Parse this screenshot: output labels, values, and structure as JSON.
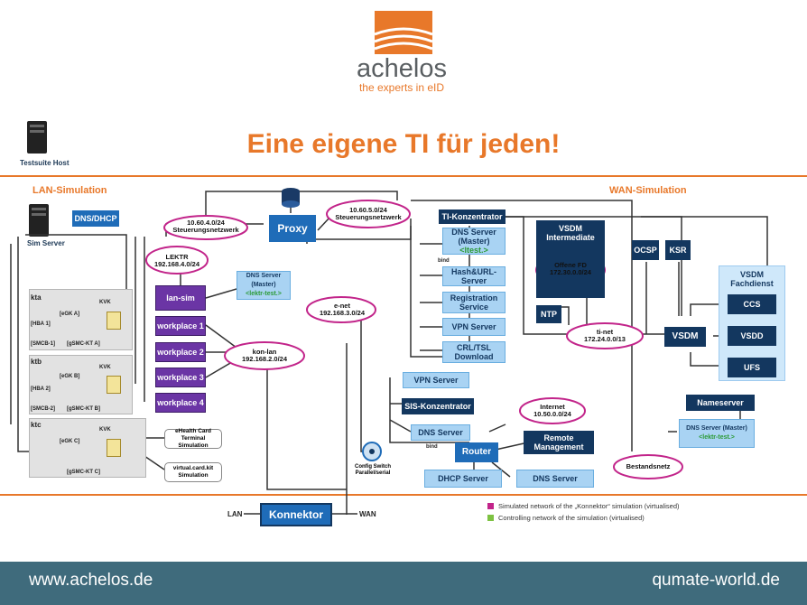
{
  "logo": {
    "brand": "achelos",
    "tagline": "the experts in eID"
  },
  "title": "Eine eigene TI für jeden!",
  "hosts": {
    "testsuite": "Testsuite Host",
    "sim_server": "Sim Server"
  },
  "sections": {
    "lan": "LAN-Simulation",
    "wan": "WAN-Simulation"
  },
  "lan": {
    "dns_dhcp": "DNS/DHCP",
    "proxy": "Proxy",
    "steuer_left": {
      "line1": "10.60.4.0/24",
      "line2": "Steuerungsnetzwerk"
    },
    "steuer_right": {
      "line1": "10.60.5.0/24",
      "line2": "Steuerungsnetzwerk"
    },
    "lektr": {
      "line1": "LEKTR",
      "line2": "192.168.4.0/24"
    },
    "dns_master_title": "DNS Server (Master)",
    "dns_master_zone": "<lektr-test.>",
    "lansim": "lan-sim",
    "workplaces": [
      "workplace 1",
      "workplace 2",
      "workplace 3",
      "workplace 4"
    ],
    "konlan": {
      "line1": "kon-lan",
      "line2": "192.168.2.0/24"
    },
    "enet": {
      "line1": "e-net",
      "line2": "192.168.3.0/24"
    },
    "groups": [
      {
        "name": "kta",
        "ports": [
          "[HBA 1]",
          "[SMCB-1]",
          "[gSMC-KT A]"
        ],
        "egk": "[eGK A]",
        "kvk": "KVK"
      },
      {
        "name": "ktb",
        "ports": [
          "[HBA 2]",
          "[SMCB-2]",
          "[gSMC-KT B]"
        ],
        "egk": "[eGK B]",
        "kvk": "KVK"
      },
      {
        "name": "ktc",
        "ports": [
          "[gSMC-KT C]"
        ],
        "egk": "[eGK C]",
        "kvk": "KVK"
      }
    ],
    "ehealth": {
      "line1": "eHealth Card Terminal",
      "line2": "Simulation"
    },
    "vck": {
      "line1": "virtual.card.kit",
      "line2": "Simulation"
    },
    "config_switch": {
      "line1": "Config Switch",
      "line2": "Parallel/serial"
    },
    "konnektor": "Konnektor",
    "lan_lbl": "LAN",
    "wan_lbl": "WAN"
  },
  "wan": {
    "ti_konzentrator": "TI-Konzentrator",
    "dns_ltest": {
      "title": "DNS Server (Master)",
      "zone": "<ltest.>"
    },
    "bind": "bind",
    "hash": "Hash&URL-Server",
    "registration": "Registration Service",
    "vpn": "VPN Server",
    "crl": "CRL/TSL Download",
    "vsdm_intermediate": "VSDM Intermediate",
    "offene_fd": {
      "line1": "Offene FD",
      "line2": "172.30.0.0/24"
    },
    "ocsp": "OCSP",
    "ksr": "KSR",
    "ntp": "NTP",
    "tinet": {
      "line1": "ti-net",
      "line2": "172.24.0.0/13"
    },
    "vsdm": "VSDM",
    "vsdm_fachdienst": "VSDM Fachdienst",
    "fach": [
      "CCS",
      "VSDD",
      "UFS"
    ],
    "vpn_server2": "VPN Server",
    "sis": "SIS-Konzentrator",
    "dns_server2": "DNS Server",
    "bind2": "bind",
    "internet": {
      "line1": "Internet",
      "line2": "10.50.0.0/24"
    },
    "remote": "Remote Management",
    "router": "Router",
    "dhcp": "DHCP Server",
    "dns_server3": "DNS Server",
    "nameserver": "Nameserver",
    "ns_dns": {
      "title": "DNS Server (Master)",
      "zone": "<lektr-test.>"
    },
    "bestandsnetz": "Bestandsnetz"
  },
  "legend": [
    {
      "text": "Simulated network of the „Konnektor“ simulation (virtualised)",
      "color": "#c2248a"
    },
    {
      "text": "Controlling network of the simulation (virtualised)",
      "color": "#7dc242"
    }
  ],
  "footer": {
    "left": "www.achelos.de",
    "right": "qumate-world.de"
  },
  "colors": {
    "accent": "#e8782a",
    "navy": "#13375f",
    "footer": "#3f6b7c",
    "cloud": "#c2248a"
  }
}
